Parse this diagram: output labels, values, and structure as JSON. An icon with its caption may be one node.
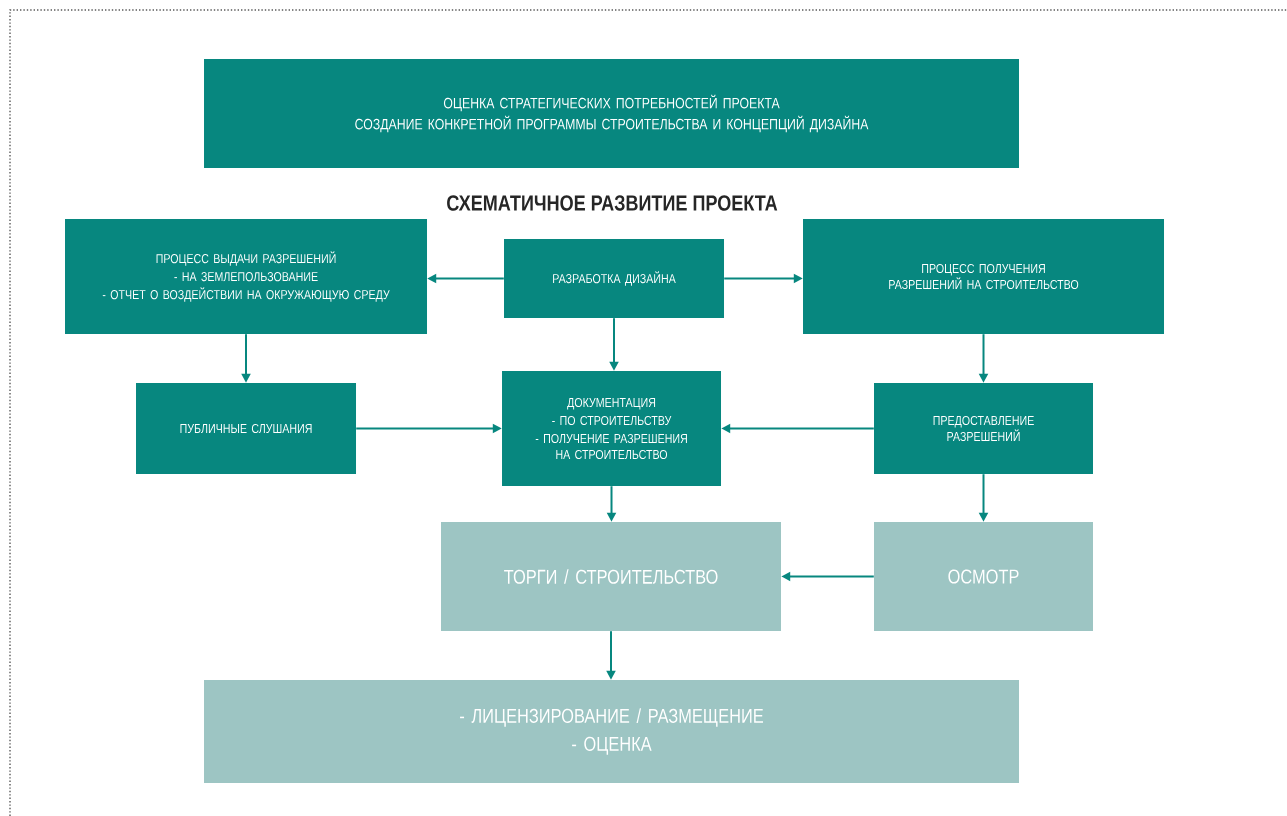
{
  "diagram": {
    "title": "СХЕМАТИЧНОЕ РАЗВИТИЕ ПРОЕКТА",
    "nodes": [
      {
        "text": [
          "ОЦЕНКА СТРАТЕГИЧЕСКИХ ПОТРЕБНОСТЕЙ ПРОЕКТА",
          "СОЗДАНИЕ КОНКРЕТНОЙ ПРОГРАММЫ СТРОИТЕЛЬСТВА И КОНЦЕПЦИЙ ДИЗАЙНА"
        ]
      },
      {
        "text": [
          "ПРОЦЕСС ВЫДАЧИ РАЗРЕШЕНИЙ",
          "- НА ЗЕМЛЕПОЛЬЗОВАНИЕ",
          "- ОТЧЕТ О ВОЗДЕЙСТВИИ НА ОКРУЖАЮЩУЮ СРЕДУ"
        ]
      },
      {
        "text": [
          "РАЗРАБОТКА ДИЗАЙНА"
        ]
      },
      {
        "text": [
          "ПРОЦЕСС ПОЛУЧЕНИЯ РАЗРЕШЕНИЙ НА СТРОИТЕЛЬСТВО"
        ]
      },
      {
        "text": [
          "ПУБЛИЧНЫЕ СЛУШАНИЯ"
        ]
      },
      {
        "text": [
          "ДОКУМЕНТАЦИЯ",
          "- ПО СТРОИТЕЛЬСТВУ",
          "- ПОЛУЧЕНИЕ РАЗРЕШЕНИЯ НА СТРОИТЕЛЬСТВО"
        ]
      },
      {
        "text": [
          "ПРЕДОСТАВЛЕНИЕ РАЗРЕШЕНИЙ"
        ]
      },
      {
        "text": [
          "ТОРГИ / СТРОИТЕЛЬСТВО"
        ]
      },
      {
        "text": [
          "ОСМОТР"
        ]
      },
      {
        "text": [
          "- ЛИЦЕНЗИРОВАНИЕ / РАЗМЕЩЕНИЕ",
          "- ОЦЕНКА"
        ]
      }
    ],
    "edges": [
      {
        "from": 2,
        "to": 1,
        "arrow": "to"
      },
      {
        "from": 2,
        "to": 3,
        "arrow": "to"
      },
      {
        "from": 2,
        "to": 5,
        "arrow": "to"
      },
      {
        "from": 1,
        "to": 4,
        "arrow": "to"
      },
      {
        "from": 3,
        "to": 6,
        "arrow": "to"
      },
      {
        "from": 4,
        "to": 5,
        "arrow": "to"
      },
      {
        "from": 6,
        "to": 5,
        "arrow": "to"
      },
      {
        "from": 5,
        "to": 7,
        "arrow": "to"
      },
      {
        "from": 6,
        "to": 8,
        "arrow": "to"
      },
      {
        "from": 8,
        "to": 7,
        "arrow": "to"
      },
      {
        "from": 7,
        "to": 9,
        "arrow": "to"
      }
    ]
  }
}
